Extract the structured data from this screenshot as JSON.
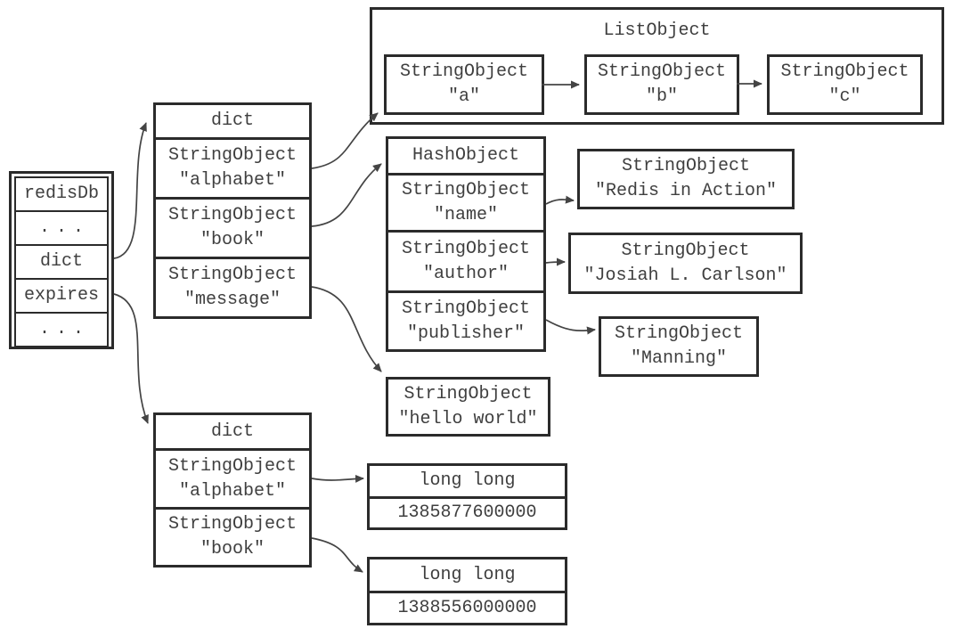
{
  "colors": {
    "border": "#2b2b2b",
    "text": "#3f3f3f",
    "arrow": "#444444",
    "background": "#ffffff"
  },
  "redisdb": {
    "cells": [
      "redisDb",
      "...",
      "dict",
      "expires",
      "..."
    ]
  },
  "dict_main": {
    "header": "dict",
    "cells": [
      "StringObject\n\"alphabet\"",
      "StringObject\n\"book\"",
      "StringObject\n\"message\""
    ]
  },
  "list_object": {
    "title": "ListObject",
    "items": [
      "StringObject\n\"a\"",
      "StringObject\n\"b\"",
      "StringObject\n\"c\""
    ]
  },
  "hash_object": {
    "header": "HashObject",
    "cells": [
      "StringObject\n\"name\"",
      "StringObject\n\"author\"",
      "StringObject\n\"publisher\""
    ]
  },
  "string_values": {
    "redis_in_action": "StringObject\n\"Redis in Action\"",
    "josiah_carlson": "StringObject\n\"Josiah L. Carlson\"",
    "manning": "StringObject\n\"Manning\"",
    "hello_world": "StringObject\n\"hello world\""
  },
  "dict_expires": {
    "header": "dict",
    "cells": [
      "StringObject\n\"alphabet\"",
      "StringObject\n\"book\""
    ]
  },
  "long_values": [
    {
      "header": "long long",
      "value": "1385877600000"
    },
    {
      "header": "long long",
      "value": "1388556000000"
    }
  ]
}
